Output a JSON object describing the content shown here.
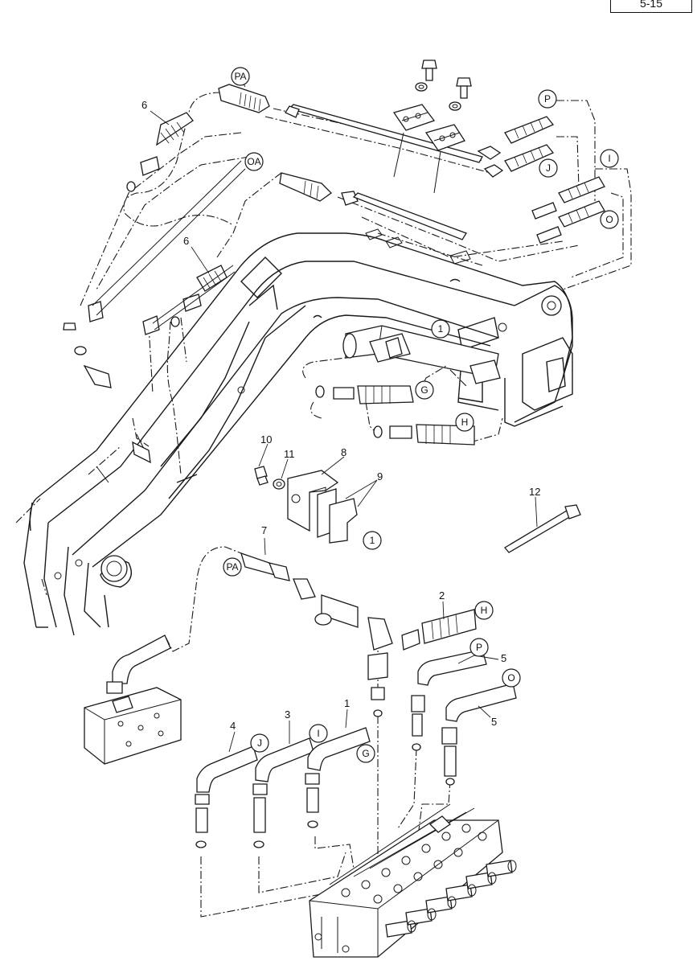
{
  "page_id": "5-15",
  "item_numbers": [
    "1",
    "2",
    "3",
    "4",
    "5",
    "6",
    "7",
    "8",
    "9",
    "10",
    "11",
    "12"
  ],
  "connection_letters": [
    "PA",
    "OA",
    "P",
    "J",
    "I",
    "O",
    "G",
    "H"
  ],
  "detail_ref": "1"
}
